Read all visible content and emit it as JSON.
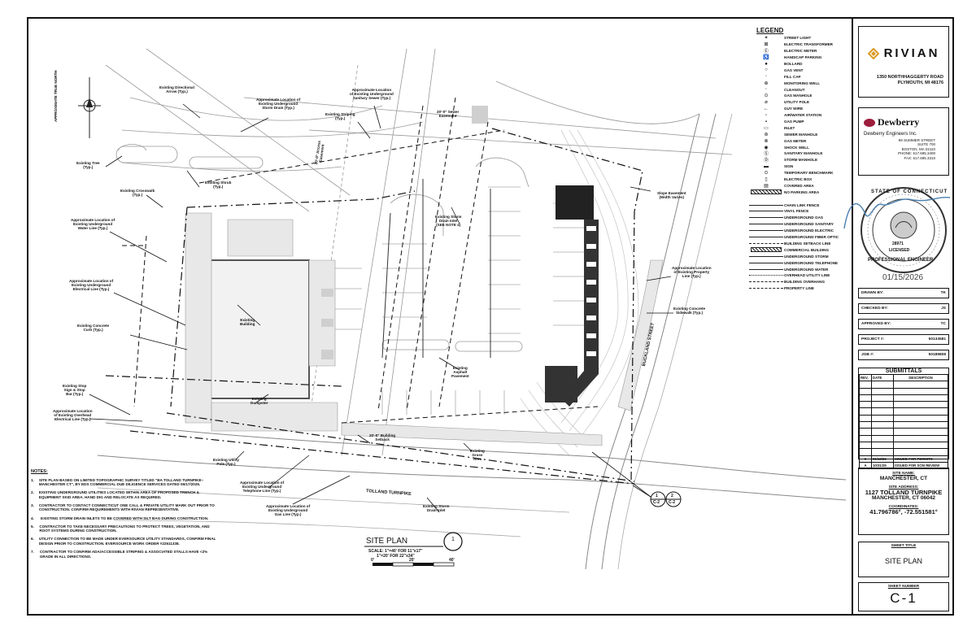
{
  "legend": {
    "title": "LEGEND",
    "items": [
      {
        "symbol": "✶",
        "label": "STREET LIGHT"
      },
      {
        "symbol": "⊠",
        "label": "ELECTRIC TRANSFORMER"
      },
      {
        "symbol": "Ⓔ",
        "label": "ELECTRIC METER"
      },
      {
        "symbol": "♿",
        "label": "HANDICAP PARKING"
      },
      {
        "symbol": "●",
        "label": "BOLLARD"
      },
      {
        "symbol": "○",
        "label": "GAS VENT"
      },
      {
        "symbol": "◦",
        "label": "FILL CAP"
      },
      {
        "symbol": "⊕",
        "label": "MONITORING WELL"
      },
      {
        "symbol": "◦",
        "label": "CLEANOUT"
      },
      {
        "symbol": "⊙",
        "label": "GAS MANHOLE"
      },
      {
        "symbol": "⌀",
        "label": "UTILITY POLE"
      },
      {
        "symbol": "←",
        "label": "GUY WIRE"
      },
      {
        "symbol": "▫",
        "label": "AIR/WATER STATION"
      },
      {
        "symbol": "▪",
        "label": "GAS PUMP"
      },
      {
        "symbol": "▭",
        "label": "INLET"
      },
      {
        "symbol": "⊛",
        "label": "SEWER MANHOLE"
      },
      {
        "symbol": "⊗",
        "label": "GAS METER"
      },
      {
        "symbol": "◉",
        "label": "SHOCK WELL"
      },
      {
        "symbol": "Ⓢ",
        "label": "SANITARY MANHOLE"
      },
      {
        "symbol": "Ⓓ",
        "label": "STORM MANHOLE"
      },
      {
        "symbol": "▬",
        "label": "SIGN"
      },
      {
        "symbol": "⊙",
        "label": "TEMPORARY BENCHMARK"
      },
      {
        "symbol": "▯",
        "label": "ELECTRIC BOX"
      },
      {
        "symbol": "▤",
        "label": "COVERED AREA"
      },
      {
        "symbol": "hatch",
        "label": "NO PARKING AREA"
      },
      {
        "symbol": "blank",
        "label": ""
      },
      {
        "symbol": "x-line",
        "label": "CHAIN LINK FENCE"
      },
      {
        "symbol": "o-line",
        "label": "VINYL FENCE"
      },
      {
        "symbol": "g-line",
        "label": "UNDERGROUND GAS"
      },
      {
        "symbol": "s-line",
        "label": "UNDERGROUND SANITARY"
      },
      {
        "symbol": "e-line",
        "label": "UNDERGROUND ELECTRIC"
      },
      {
        "symbol": "f-line",
        "label": "UNDERGROUND FIBER OPTIC"
      },
      {
        "symbol": "dash",
        "label": "BUILDING SETBACK LINE"
      },
      {
        "symbol": "bldg",
        "label": "COMMERCIAL BUILDING"
      },
      {
        "symbol": "st-line",
        "label": "UNDERGROUND STORM"
      },
      {
        "symbol": "t-line",
        "label": "UNDERGROUND TELEPHONE"
      },
      {
        "symbol": "w-line",
        "label": "UNDERGROUND WATER"
      },
      {
        "symbol": "dot",
        "label": "OVERHEAD UTILITY LINE"
      },
      {
        "symbol": "dash",
        "label": "BUILDING OVERHANG"
      },
      {
        "symbol": "dashdot",
        "label": "PROPERTY LINE"
      }
    ]
  },
  "title_block": {
    "client": {
      "logo_text": "RIVIAN",
      "address_line1": "1350 NORTHHAGGERTY ROAD",
      "address_line2": "PLYMOUTH, MI 48176"
    },
    "engineer": {
      "logo_text": "Dewberry",
      "name": "Dewberry Engineers Inc.",
      "address": [
        "99 SUMMER STREET",
        "SUITE 700",
        "BOSTON, MA 02110",
        "PHONE: 617.695.3400",
        "FAX: 617.695.3310"
      ]
    },
    "seal": {
      "text_top": "STATE OF CONNECTICUT",
      "text_bottom": "PROFESSIONAL ENGINEER",
      "license_no": "28971",
      "licensed": "LICENSED",
      "date": "01/15/2026"
    },
    "fields": [
      {
        "label": "DRAWN BY:",
        "value": "TK"
      },
      {
        "label": "CHECKED BY:",
        "value": "JS"
      },
      {
        "label": "APPROVED BY:",
        "value": "TC"
      },
      {
        "label": "PROJECT #:",
        "value": "50133581"
      },
      {
        "label": "JOB #:",
        "value": "50189808"
      }
    ],
    "submittals": {
      "title": "SUBMITTALS",
      "headers": [
        "REV.",
        "DATE",
        "DESCRIPTION"
      ],
      "rows": [
        {
          "rev": "",
          "date": "",
          "desc": ""
        },
        {
          "rev": "",
          "date": "",
          "desc": ""
        },
        {
          "rev": "",
          "date": "",
          "desc": ""
        },
        {
          "rev": "",
          "date": "",
          "desc": ""
        },
        {
          "rev": "",
          "date": "",
          "desc": ""
        },
        {
          "rev": "",
          "date": "",
          "desc": ""
        },
        {
          "rev": "",
          "date": "",
          "desc": ""
        },
        {
          "rev": "",
          "date": "",
          "desc": ""
        },
        {
          "rev": "",
          "date": "",
          "desc": ""
        },
        {
          "rev": "",
          "date": "",
          "desc": ""
        },
        {
          "rev": "",
          "date": "",
          "desc": ""
        },
        {
          "rev": "0",
          "date": "01/13/26",
          "desc": "ISSUED FOR PERMITS"
        },
        {
          "rev": "A",
          "date": "10/31/25",
          "desc": "ISSUED FOR SCM REVIEW"
        }
      ]
    },
    "site": {
      "name_label": "SITE NAME:",
      "name": "MANCHESTER, CT",
      "address_label": "SITE ADDRESS:",
      "address_line1": "1127 TOLLAND TURNPIKE",
      "address_line2": "MANCHESTER, CT 06042",
      "coords_label": "COORDINATES:",
      "coords": "41.796786°, -72.551581°"
    },
    "sheet_title_label": "SHEET TITLE",
    "sheet_title": "SITE PLAN",
    "sheet_number_label": "SHEET NUMBER",
    "sheet_number": "C-1"
  },
  "notes": {
    "heading": "NOTES:",
    "items": [
      {
        "n": "1.",
        "text": "SITE PLAN BASED ON LIMITED TOPOGRAPHIC SURVEY TITLED \"BA TOLLAND TURNPIKE–MANCHESTER CT\", BY EDS COMMERCIAL DUE DILIGENCE SERVICES DATED 06/17/2025."
      },
      {
        "n": "2.",
        "text": "EXISTING UNDERGROUND UTILITIES LOCATED WITHIN AREA OF PROPOSED TRENCH & EQUIPMENT SKID AREA. HAND DIG AND RELOCATE AS REQUIRED."
      },
      {
        "n": "3.",
        "text": "CONTRACTOR TO CONTACT CONNECTICUT ONE CALL & PRIVATE UTILITY MARK OUT PRIOR TO CONSTRUCTION. CONFIRM REQUIREMENTS WITH RIVIAN REPRESENTATIVE."
      },
      {
        "n": "4.",
        "text": "EXISTING STORM DRAIN INLETS TO BE COVERED WITH SILT BAG DURING CONSTRUCTION."
      },
      {
        "n": "5.",
        "text": "CONTRACTOR TO TAKE NECESSARY PRECAUTIONS TO PROTECT TREES, VEGETATION, AND ROOT SYSTEMS DURING CONSTRUCTION."
      },
      {
        "n": "6.",
        "text": "UTILITY CONNECTION TO BE MADE UNDER EVERSOURCE UTILITY STANDARDS, CONFIRM FINAL DESIGN PRIOR TO CONSTRUCTION. EVERSOURCE WORK ORDER #22611338."
      },
      {
        "n": "7.",
        "text": "CONTRACTOR TO CONFIRM ADA/ACCESSIBLE STRIPING & ASSOCIATED STALLS HAVE <2% GRADE IN ALL DIRECTIONS."
      }
    ]
  },
  "plan": {
    "title": "SITE PLAN",
    "detail_number": "1",
    "scale_line1": "SCALE: 1\"=40' FOR 11\"x17\"",
    "scale_line2": "1\"=20' FOR 22\"x34\"",
    "scale_ticks": [
      "0'",
      "20'",
      "40'"
    ],
    "north_label": "APPROXIMATE TRUE NORTH",
    "detail_refs": [
      {
        "num": "1",
        "sheet": "C-2"
      },
      {
        "num": "2",
        "sheet": "C-2"
      }
    ],
    "callouts": {
      "directional_arrow": "Existing Directional\nArrow (Typ.)",
      "storm_drain_loc": "Approximate Location of\nExisting Underground\nStorm Drain (Typ.)",
      "sewer_loc": "Approximate Location\nof Existing Underground\nSanitary Sewer (Typ.)",
      "sewer_easement": "20'-0\" Sewer\nEasement",
      "striping": "Existing Striping\n(Typ.)",
      "tree": "Existing Tree\n(Typ.)",
      "shrub": "Existing Shrub\n(Typ.)",
      "crosswalk": "Existing Crosswalk\n(Typ.)",
      "water_loc": "Approximate Location of\nExisting Underground\nWater Line (Typ.)",
      "electrical_loc": "Approximate Location of\nExisting Underground\nElectrical Line (Typ.)",
      "concrete_curb": "Existing Concrete\nCurb (Typ.)",
      "building": "Existing\nBuilding",
      "access_easement": "20'-0\" Access\nEasement",
      "storm_inlet": "Existing Storm\nDrain Inlet\n(SEE NOTE 4)",
      "slope_easement": "Slope Easement\n(Width Varies)",
      "property_line": "Approximate Location\nof Existing Property\nLine (Typ.)",
      "sidewalk": "Existing Concrete\nSidewalk (Typ.)",
      "asphalt": "Existing\nAsphalt\nPavement",
      "stop_sign": "Existing Stop\nSign & Stop\nBar (Typ.)",
      "overhead_elec": "Approximate Location\nof Existing Overhead\nElectrical Line (Typ.)",
      "dumpster": "Existing\nDumpster",
      "building_setback": "20'-0\" Building\nSetback",
      "grass": "Existing\nGrass\nArea",
      "utility_pole": "Existing Utility\nPole (Typ.)",
      "telephone_loc": "Approximate Location of\nExisting Underground\nTelephone Line (Typ.)",
      "gas_loc": "Approximate Location of\nExisting Underground\nGas Line (Typ.)",
      "storm_inlet2": "Existing Storm\nDrain Inlet",
      "tolland": "TOLLAND TURNPIKE",
      "buckland": "BUCKLAND STREET"
    }
  }
}
